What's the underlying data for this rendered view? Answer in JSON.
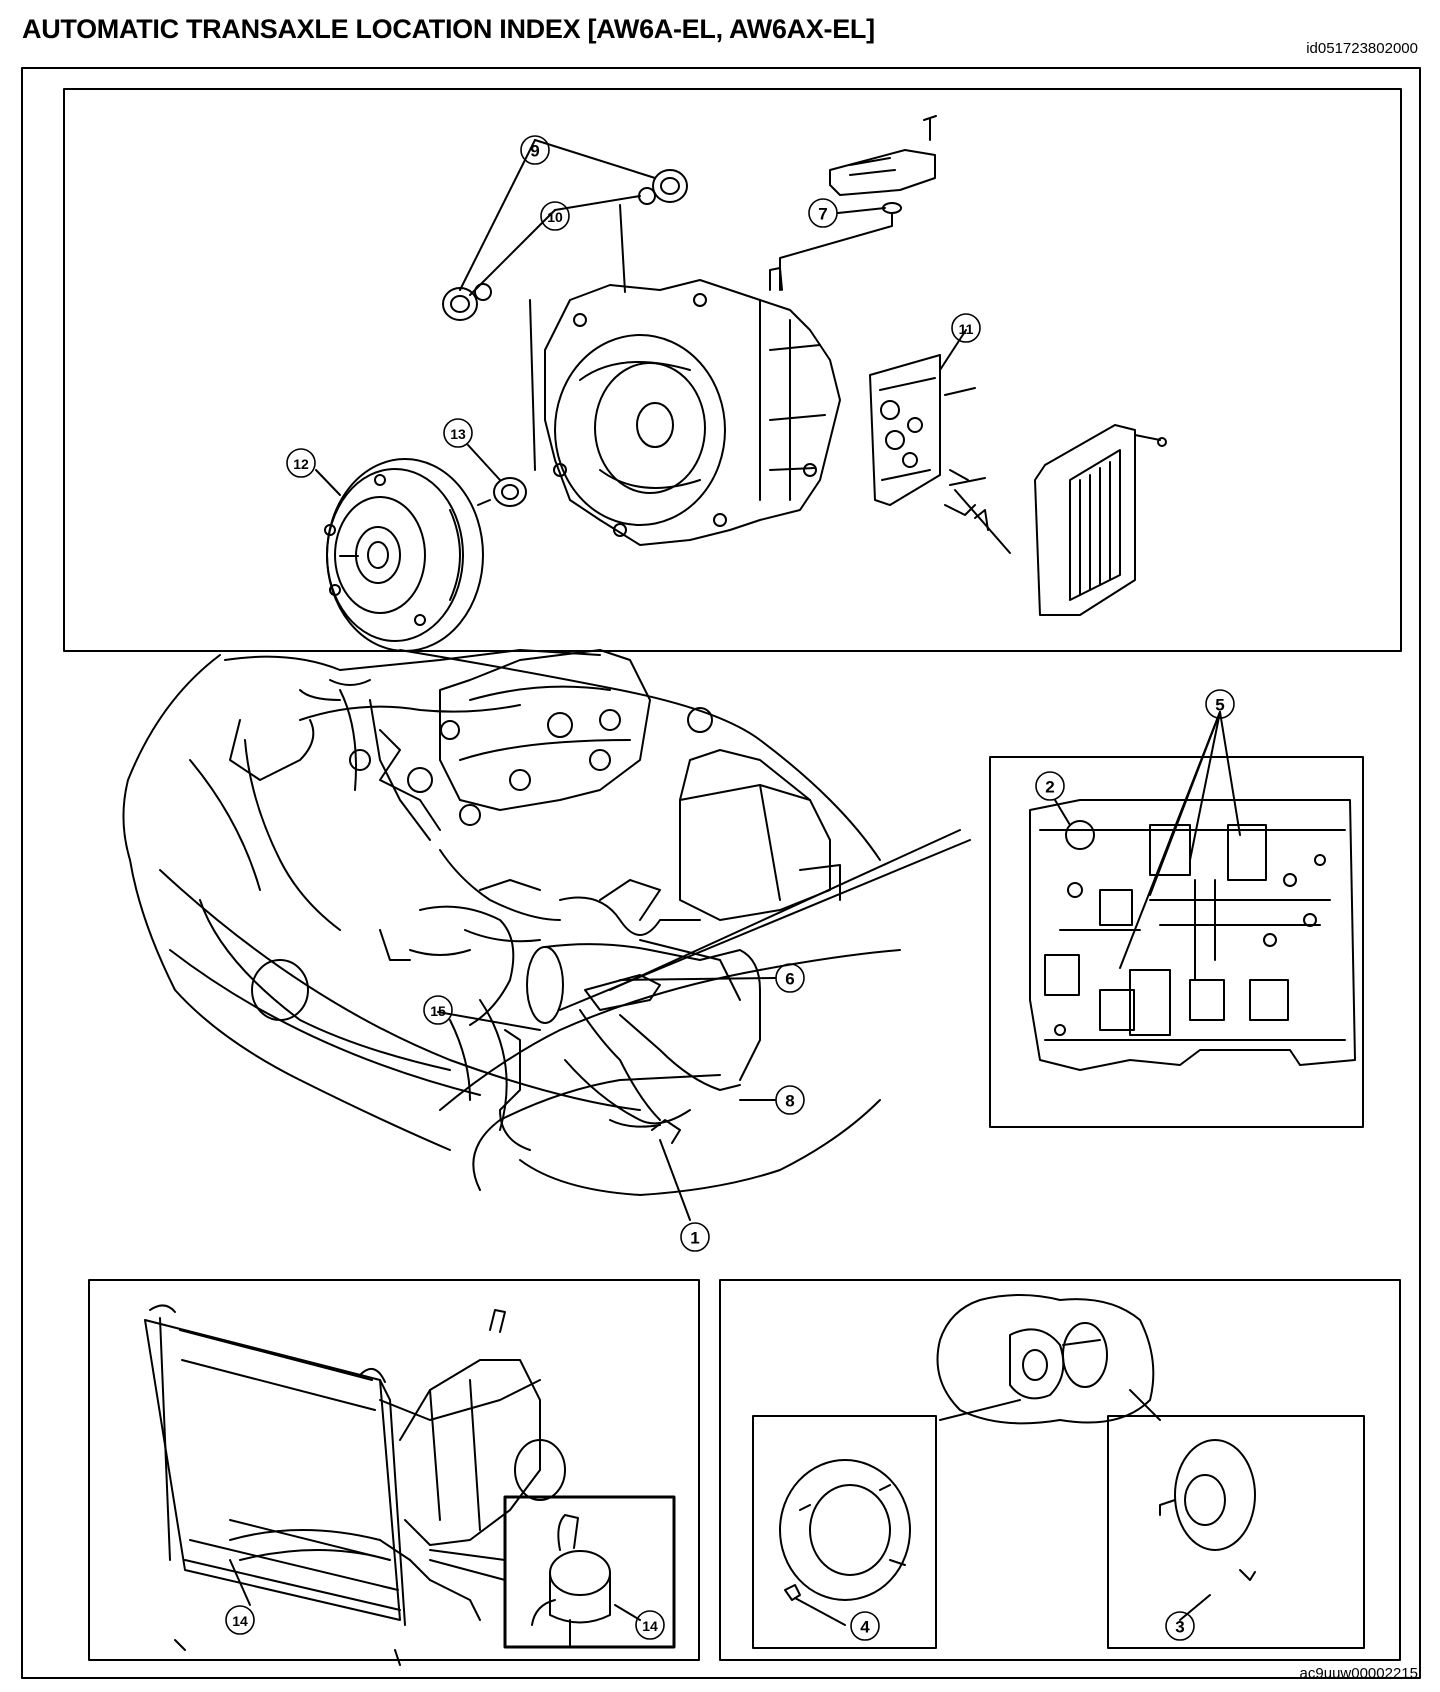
{
  "page": {
    "title": "AUTOMATIC TRANSAXLE LOCATION INDEX [AW6A-EL, AW6AX-EL]",
    "doc_id": "id051723802000",
    "figure_id": "ac9uuw00002215"
  },
  "callouts": {
    "c1": "1",
    "c2": "2",
    "c3": "3",
    "c4": "4",
    "c5": "5",
    "c6": "6",
    "c7": "7",
    "c8": "8",
    "c9": "9",
    "c10": "10",
    "c11": "11",
    "c12": "12",
    "c13": "13",
    "c14a": "14",
    "c14b": "14",
    "c15": "15"
  },
  "colors": {
    "line": "#000000",
    "background": "#ffffff"
  }
}
